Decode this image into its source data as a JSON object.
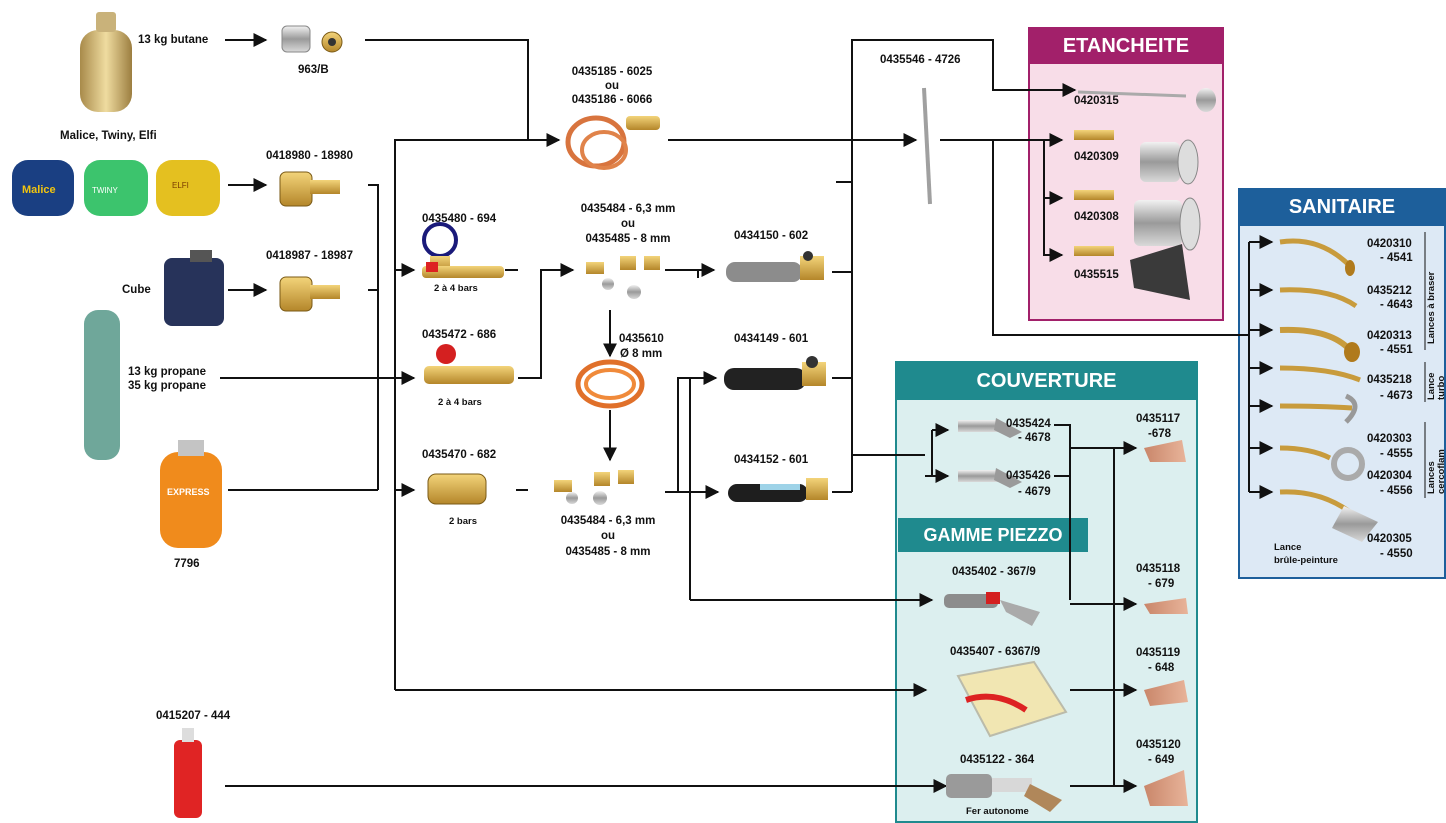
{
  "colors": {
    "etancheite_header": "#a2206a",
    "etancheite_body": "#f8dde8",
    "sanitaire_header": "#1d5f9b",
    "sanitaire_body": "#dde9f5",
    "couverture_header": "#1f8a8e",
    "couverture_body": "#dcefef",
    "piezzo_header": "#1f8a8e",
    "line": "#111111"
  },
  "icons": {
    "cylinder": "gas-cylinder-icon",
    "regulator": "regulator-icon",
    "hose": "hose-icon",
    "torch": "torch-icon",
    "burner": "burner-nozzle-icon",
    "lance": "brazing-lance-icon",
    "tip": "soldering-tip-icon",
    "cartridge": "gas-cartridge-icon"
  },
  "sources": {
    "butane": "13 kg butane",
    "adapter_code": "963/B",
    "malice": "Malice, Twiny, Elfi",
    "malice_brands": [
      "Malice",
      "TWINY",
      "ELFI"
    ],
    "cube": "Cube",
    "propane_1": "13 kg propane",
    "propane_2": "35 kg propane",
    "express_code": "7796",
    "express_brand": "EXPRESS",
    "cartridge_code": "0415207 - 444"
  },
  "regulators": {
    "r1": "0418980 - 18980",
    "r2": "0418987 - 18987",
    "gauge_code": "0435480 - 694",
    "gauge_note": "2 à 4 bars",
    "red_code": "0435472 - 686",
    "red_note": "2 à 4 bars",
    "brass_code": "0435470 - 682",
    "brass_note": "2 bars"
  },
  "hoses": {
    "kit_line1": "0435185 - 6025",
    "kit_line2": "ou",
    "kit_line3": "0435186 - 6066",
    "fit_top_1": "0435484 - 6,3 mm",
    "fit_top_2": "ou",
    "fit_top_3": "0435485 - 8 mm",
    "hose_code": "0435610",
    "hose_dia": "Ø 8 mm",
    "fit_bot_1": "0435484 - 6,3 mm",
    "fit_bot_2": "ou",
    "fit_bot_3": "0435485 - 8 mm"
  },
  "handles": {
    "h1": "0434150 - 602",
    "h2": "0434149 - 601",
    "h3": "0434152 - 601",
    "ext": "0435546 - 4726"
  },
  "etancheite": {
    "title": "ETANCHEITE",
    "items": [
      "0420315",
      "0420309",
      "0420308",
      "0435515"
    ]
  },
  "sanitaire": {
    "title": "SANITAIRE",
    "items": [
      {
        "code": "0420310",
        "sub": "- 4541"
      },
      {
        "code": "0435212",
        "sub": "- 4643"
      },
      {
        "code": "0420313",
        "sub": "- 4551"
      },
      {
        "code": "0435218",
        "sub": "- 4673"
      },
      {
        "code": "0420303",
        "sub": "- 4555"
      },
      {
        "code": "0420304",
        "sub": "- 4556"
      },
      {
        "code": "0420305",
        "sub": "- 4550"
      }
    ],
    "group_braser": "Lances à braser",
    "group_turbo_1": "Lance",
    "group_turbo_2": "turbo",
    "group_cerco_1": "Lances",
    "group_cerco_2": "cercoflam",
    "paint_1": "Lance",
    "paint_2": "brûle-peinture"
  },
  "couverture": {
    "title": "COUVERTURE",
    "iron1_code": "0435424",
    "iron1_sub": "- 4678",
    "iron2_code": "0435426",
    "iron2_sub": "- 4679",
    "tip1_code": "0435117",
    "tip1_sub": "-678"
  },
  "piezzo": {
    "title": "GAMME PIEZZO",
    "p1": "0435402 - 367/9",
    "p2": "0435407 - 6367/9",
    "p3": "0435122 - 364",
    "p3_note": "Fer autonome",
    "tip2_code": "0435118",
    "tip2_sub": "- 679",
    "tip3_code": "0435119",
    "tip3_sub": "- 648",
    "tip4_code": "0435120",
    "tip4_sub": "- 649"
  }
}
